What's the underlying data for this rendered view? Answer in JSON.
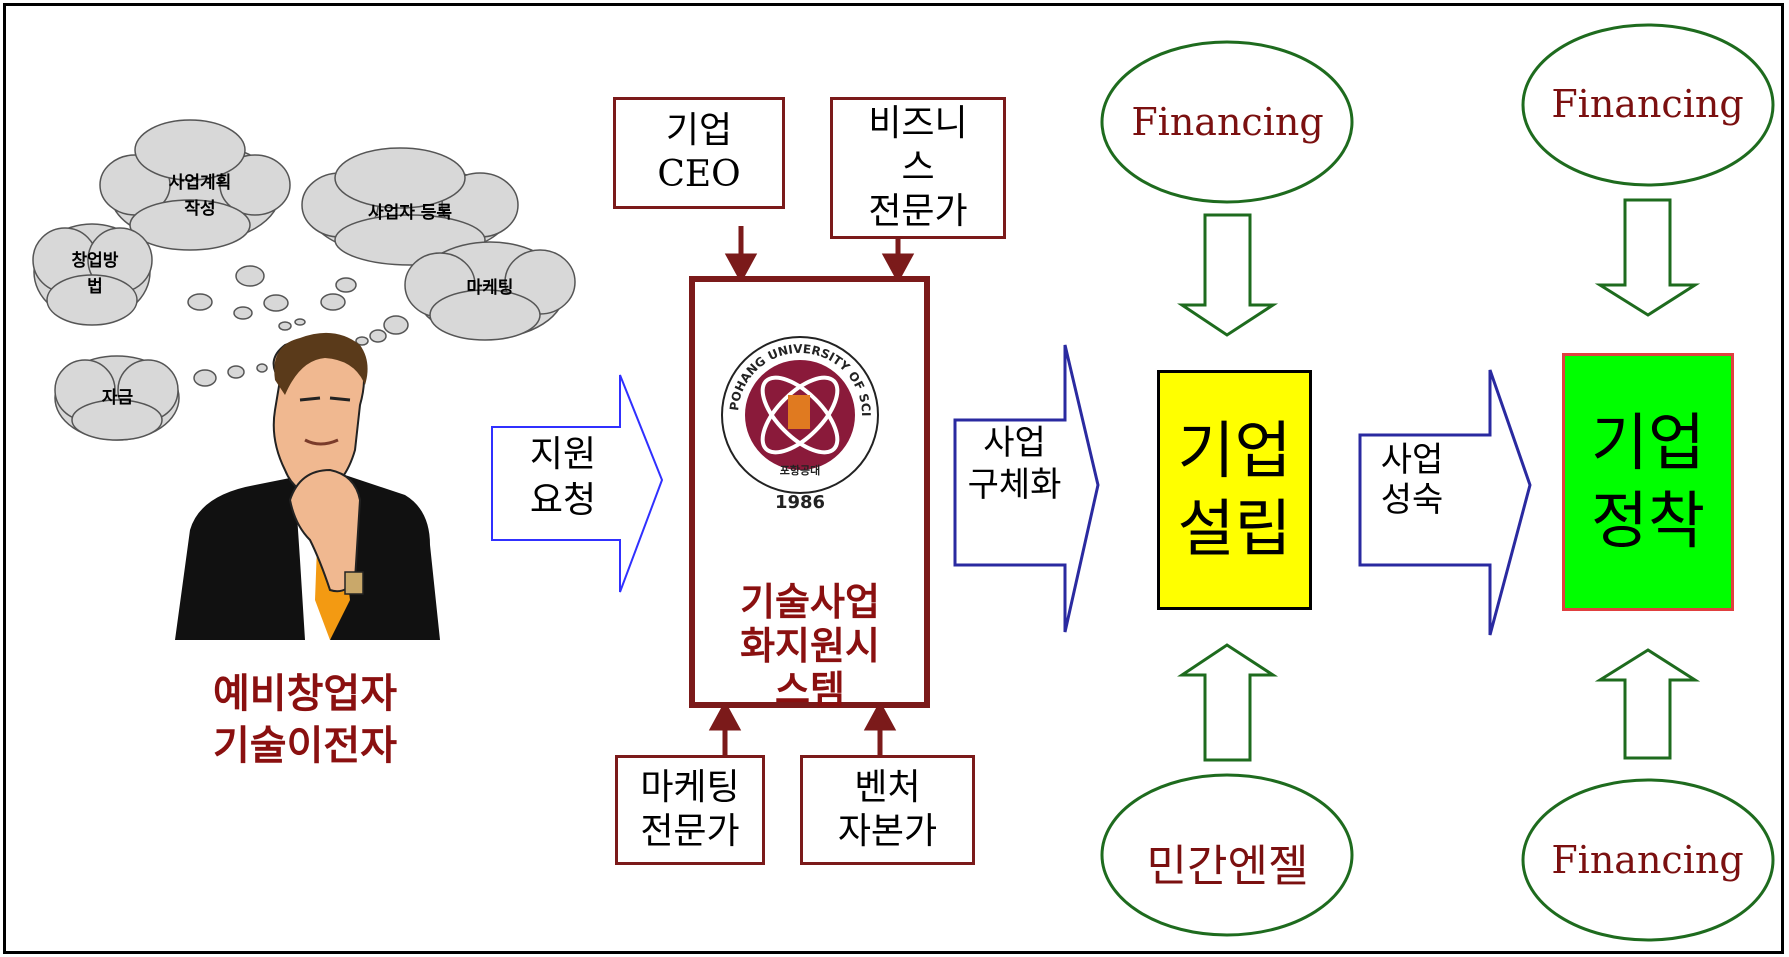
{
  "person": {
    "caption": "예비창업자\n기술이전자",
    "thoughts": [
      "사업계획\n작성",
      "사업자 등록",
      "창업방\n법",
      "마케팅",
      "자금"
    ]
  },
  "flow": {
    "request_arrow": "지원\n요청",
    "concretize_arrow": "사업\n구체화",
    "mature_arrow": "사업\n성숙"
  },
  "system": {
    "title": "기술사업\n화지원시\n스템",
    "emblem_text": "1986",
    "emblem_korean": "포항공대",
    "emblem_ring": "POHANG UNIVERSITY OF SCIENCE AND TECHNOLOGY"
  },
  "inputs": {
    "top_left": "기업\nCEO",
    "top_right": "비즈니\n스\n전문가",
    "bottom_left": "마케팅\n전문가",
    "bottom_right": "벤처\n자본가"
  },
  "stage1": {
    "label": "기업\n설립",
    "top_oval": "Financing",
    "bottom_oval": "민간엔젤",
    "color": "#ffff00"
  },
  "stage2": {
    "label": "기업\n정착",
    "top_oval": "Financing",
    "bottom_oval": "Financing",
    "color": "#00ff00"
  },
  "colors": {
    "maroon": "#7b1a1a",
    "blue_arrow": "#2a2aa0",
    "green": "#1e6b1e"
  }
}
